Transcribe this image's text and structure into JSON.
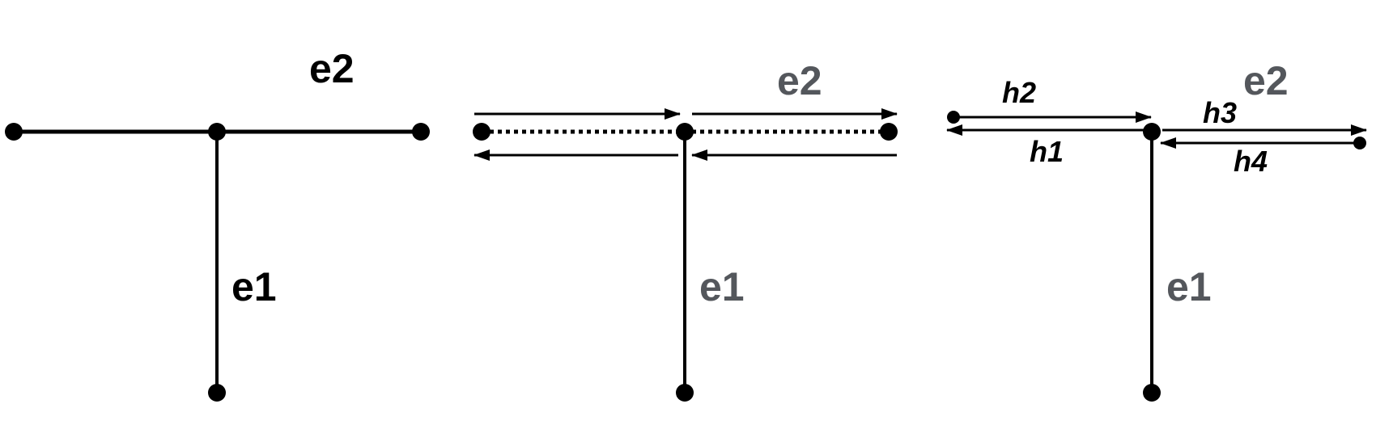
{
  "colors": {
    "stroke": "#000000",
    "label_primary": "#000000",
    "label_muted": "#54575c"
  },
  "panels": [
    {
      "id": "panel-1",
      "edge_labels": {
        "e1": "e1",
        "e2": "e2"
      }
    },
    {
      "id": "panel-2",
      "edge_labels": {
        "e1": "e1",
        "e2": "e2"
      }
    },
    {
      "id": "panel-3",
      "edge_labels": {
        "e1": "e1",
        "e2": "e2"
      },
      "halfedge_labels": {
        "h1": "h1",
        "h2": "h2",
        "h3": "h3",
        "h4": "h4"
      }
    }
  ]
}
